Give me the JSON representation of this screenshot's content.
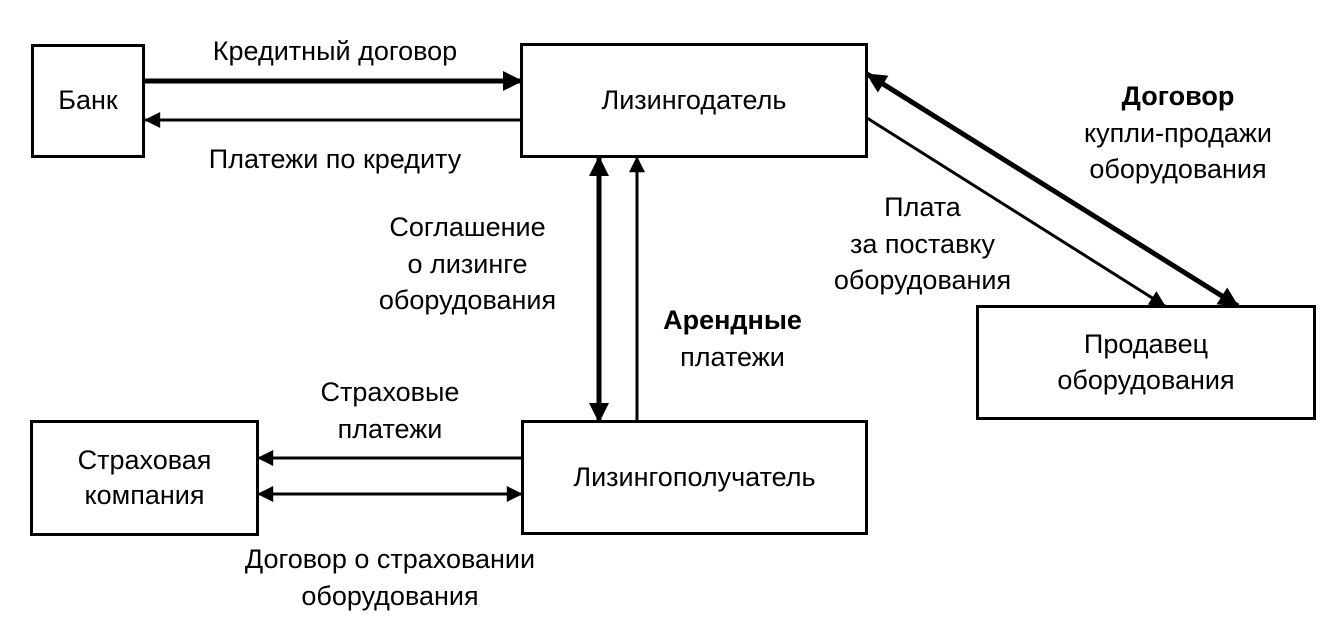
{
  "diagram": {
    "title": "Схема лизинговых отношений",
    "colors": {
      "line": "#000000",
      "background": "#ffffff"
    },
    "nodes": {
      "bank": {
        "label": [
          "Банк"
        ]
      },
      "lessor": {
        "label": [
          "Лизингодатель"
        ]
      },
      "seller": {
        "label": [
          "Продавец",
          "оборудования"
        ]
      },
      "insurer": {
        "label": [
          "Страховая",
          "компания"
        ]
      },
      "lessee": {
        "label": [
          "Лизингополучатель"
        ]
      }
    },
    "edges": [
      {
        "id": "credit-agreement",
        "from": "bank",
        "to": "lessor",
        "style": "bold",
        "direction": "forward",
        "label": [
          "Кредитный договор"
        ]
      },
      {
        "id": "credit-payments",
        "from": "lessor",
        "to": "bank",
        "style": "thin",
        "direction": "forward",
        "label": [
          "Платежи по кредиту"
        ]
      },
      {
        "id": "purchase-agreement",
        "from": "lessor",
        "to": "seller",
        "style": "bold",
        "direction": "both",
        "label": [
          "Договор",
          "купли-продажи",
          "оборудования"
        ]
      },
      {
        "id": "supply-payment",
        "from": "lessor",
        "to": "seller",
        "style": "thin",
        "direction": "forward",
        "label": [
          "Плата",
          "за поставку",
          "оборудования"
        ]
      },
      {
        "id": "leasing-agreement",
        "from": "lessor",
        "to": "lessee",
        "style": "bold",
        "direction": "both",
        "label": [
          "Соглашение",
          "о лизинге",
          "оборудования"
        ]
      },
      {
        "id": "lease-payments",
        "from": "lessee",
        "to": "lessor",
        "style": "thin",
        "direction": "forward",
        "label": [
          "Арендные",
          "платежи"
        ]
      },
      {
        "id": "insurance-payments",
        "from": "lessee",
        "to": "insurer",
        "style": "thin",
        "direction": "forward",
        "label": [
          "Страховые",
          "платежи"
        ]
      },
      {
        "id": "insurance-agreement",
        "from": "insurer",
        "to": "lessee",
        "style": "thin",
        "direction": "both",
        "label": [
          "Договор о страховании",
          "оборудования"
        ]
      }
    ]
  }
}
